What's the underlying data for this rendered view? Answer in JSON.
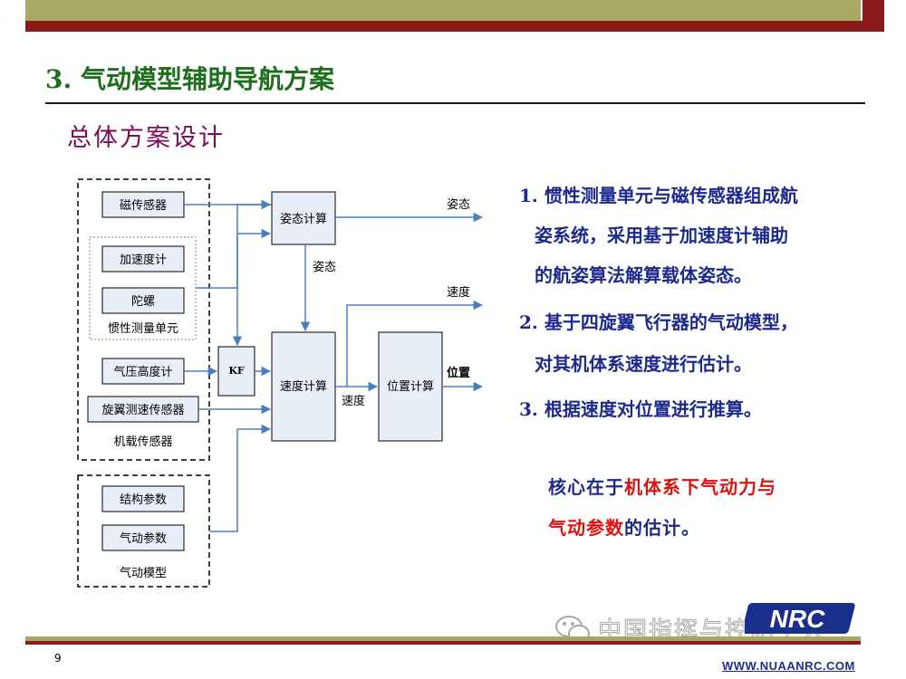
{
  "slide": {
    "title": "3. 气动模型辅助导航方案",
    "section": "总体方案设计",
    "page_number": "9"
  },
  "diagram": {
    "sensors": {
      "magnetic": "磁传感器",
      "accelerometer": "加速度计",
      "gyro": "陀螺",
      "imu_group": "惯性测量单元",
      "barometer": "气压高度计",
      "rotor_speed": "旋翼测速传感器",
      "group": "机载传感器"
    },
    "model": {
      "structure": "结构参数",
      "aero": "气动参数",
      "group": "气动模型"
    },
    "blocks": {
      "attitude": "姿态计算",
      "kf": "KF",
      "velocity": "速度计算",
      "position": "位置计算"
    },
    "labels": {
      "attitude_out": "姿态",
      "attitude_mid": "姿态",
      "velocity_out": "速度",
      "velocity_mid": "速度",
      "position_out": "位置"
    }
  },
  "points": {
    "p1_num": "1.",
    "p1_line1": "惯性测量单元与磁传感器组成航",
    "p1_line2": "姿系统，采用基于加速度计辅助",
    "p1_line3": "的航姿算法解算载体姿态。",
    "p2_num": "2.",
    "p2_line1": "基于四旋翼飞行器的气动模型，",
    "p2_line2": "对其机体系速度进行估计。",
    "p3_num": "3.",
    "p3_line1": "根据速度对位置进行推算。"
  },
  "core": {
    "part1": "核心在于",
    "part2": "机体系下气动力与",
    "part3": "气动参数",
    "part4": "的估计。"
  },
  "footer": {
    "url": "WWW.NUAANRC.COM",
    "logo_text": "NRC",
    "watermark": "中国指挥与控制学会"
  },
  "colors": {
    "title_green": "#1e6e1e",
    "section_purple": "#7a0a5a",
    "text_blue": "#1c2a8c",
    "highlight_red": "#e01010",
    "arrow_blue": "#4a7ebb",
    "block_fill": "#e8eef7",
    "bar_olive": "#a8a864",
    "bar_red": "#8b1a1a"
  }
}
